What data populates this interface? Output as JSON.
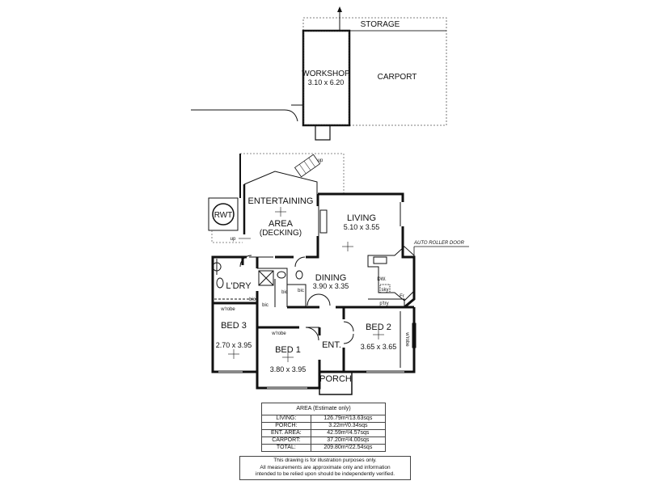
{
  "outbuilding": {
    "storage": "STORAGE",
    "workshop": "WORKSHOP",
    "workshop_size": "3.10 x 6.20",
    "carport": "CARPORT"
  },
  "outdoor": {
    "entertaining_1": "ENTERTAINING",
    "entertaining_2": "AREA",
    "entertaining_3": "(DECKING)",
    "up_1": "up",
    "up_2": "up",
    "rwt": "RWT",
    "auto_roller_door": "AUTO ROLLER DOOR"
  },
  "rooms": {
    "living": "LIVING",
    "living_size": "5.10 x 3.55",
    "dining": "DINING",
    "dining_size": "3.90 x 3.35",
    "laundry": "L'DRY",
    "bed3": "BED 3",
    "bed3_size": "2.70 x 3.95",
    "bed1": "BED 1",
    "bed1_size": "3.80 x 3.95",
    "bed2": "BED 2",
    "bed2_size": "3.65 x 3.65",
    "entry": "ENT.",
    "porch": "PORCH"
  },
  "fixtures": {
    "dw": "DW.",
    "sky": "sky",
    "fr": "Fr",
    "pantry": "p'try",
    "bic": "bic",
    "wrobe": "w'robe"
  },
  "area_table": {
    "title": "AREA (Estimate only)",
    "rows": [
      {
        "label": "LIVING:",
        "value": "126.79m²/13.63sqs"
      },
      {
        "label": "PORCH:",
        "value": "3.22m²/0.34sqs"
      },
      {
        "label": "ENT. AREA:",
        "value": "42.59m²/4.57sqs"
      },
      {
        "label": "CARPORT:",
        "value": "37.20m²/4.00sqs"
      },
      {
        "label": "TOTAL:",
        "value": "209.80m²/22.54sqs"
      }
    ]
  },
  "disclaimer": {
    "line1": "This drawing is for illustration purposes only.",
    "line2": "All measurements are approximate only and information",
    "line3": "intended to be relied upon should be independently verified."
  }
}
